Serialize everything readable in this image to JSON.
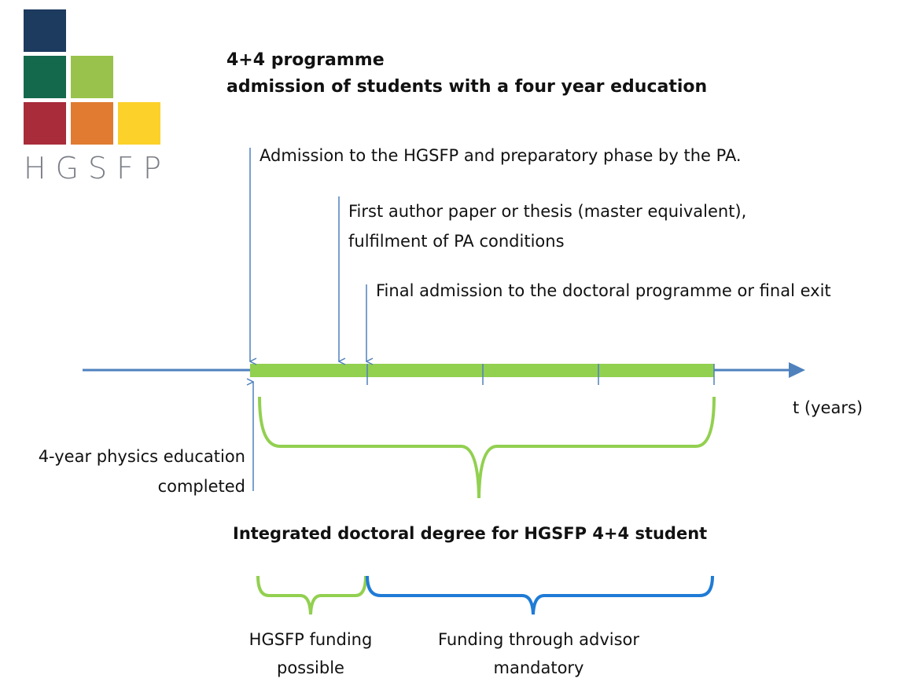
{
  "logo": {
    "text": "HGSFP"
  },
  "title": {
    "line1": "4+4 programme",
    "line2": "admission of students with a four year education"
  },
  "milestones": [
    {
      "label": "Admission to the HGSFP and preparatory phase by the PA."
    },
    {
      "label_line1": "First author paper or thesis (master equivalent),",
      "label_line2": "fulfilment of PA conditions"
    },
    {
      "label": "Final admission to the doctoral programme or final exit"
    }
  ],
  "axis_label": "t (years)",
  "start_label": {
    "line1": "4-year physics education",
    "line2": "completed"
  },
  "degree_label": "Integrated doctoral degree for HGSFP 4+4 student",
  "funding": {
    "hgsfp": {
      "line1": "HGSFP funding",
      "line2": "possible"
    },
    "advisor": {
      "line1": "Funding through advisor",
      "line2": "mandatory"
    }
  },
  "colors": {
    "axis": "#4f81bd",
    "bar": "#92d050",
    "advisor_bracket": "#1f7bd6",
    "navy": "#1d3a5f",
    "green": "#14694c",
    "lime": "#98c24b",
    "red": "#a82c3a",
    "orange": "#e07b31",
    "yellow": "#fcd12a"
  }
}
